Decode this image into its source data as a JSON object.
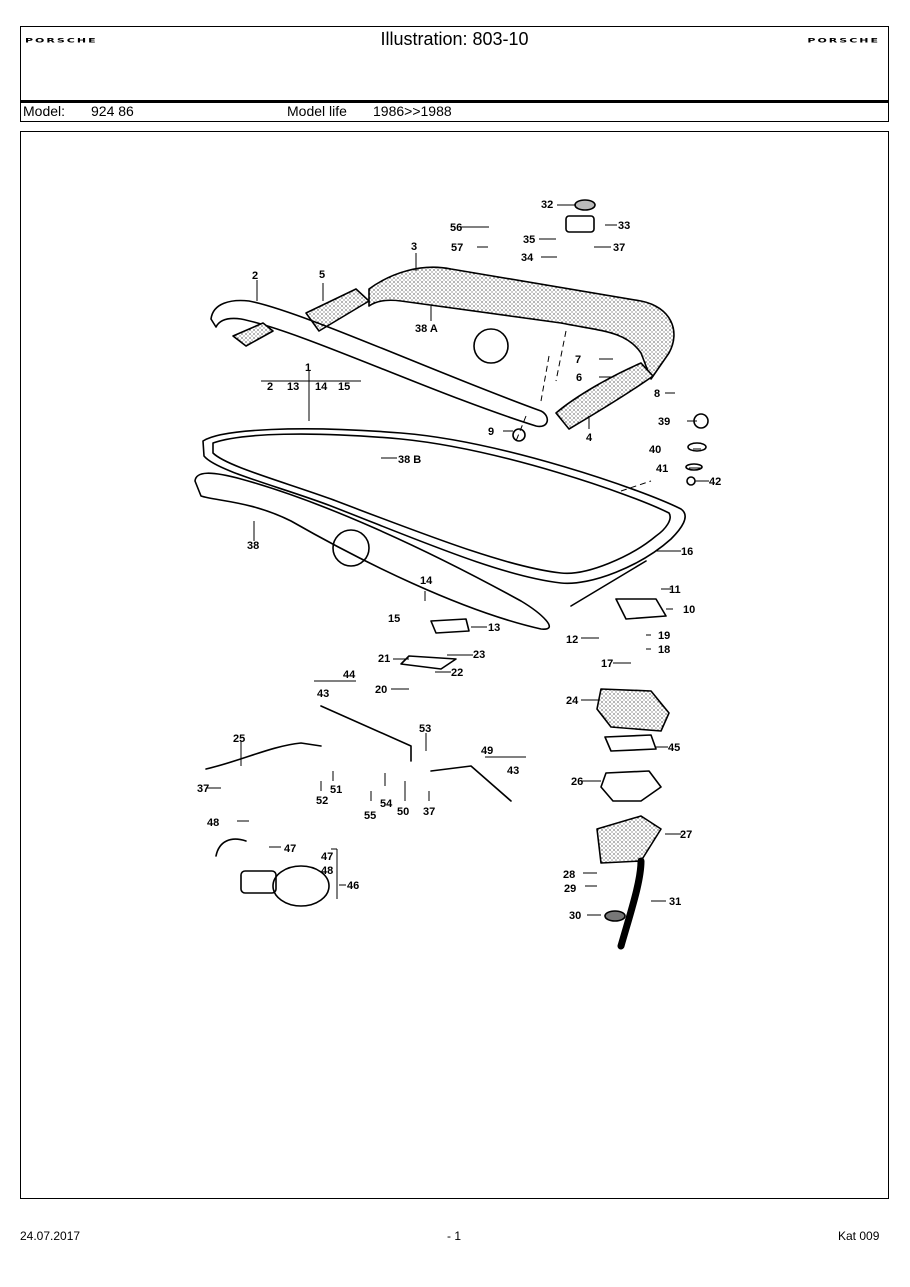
{
  "header": {
    "brand_left": "PORSCHE",
    "brand_right": "PORSCHE",
    "illustration": "Illustration: 803-10",
    "model_label": "Model:",
    "model_value": "924 86",
    "model_life_label": "Model life",
    "model_life_value": "1986>>1988"
  },
  "callouts": [
    "32",
    "56",
    "33",
    "35",
    "37",
    "57",
    "3",
    "34",
    "2",
    "5",
    "38 A",
    "7",
    "6",
    "1",
    "8",
    "2",
    "13",
    "14",
    "15",
    "9",
    "39",
    "4",
    "40",
    "38 B",
    "41",
    "42",
    "38",
    "16",
    "14",
    "11",
    "15",
    "13",
    "10",
    "12",
    "19",
    "18",
    "23",
    "21",
    "22",
    "17",
    "20",
    "44",
    "43",
    "24",
    "53",
    "25",
    "49",
    "45",
    "43",
    "37",
    "51",
    "52",
    "54",
    "26",
    "55",
    "50",
    "37",
    "48",
    "47",
    "27",
    "47",
    "48",
    "46",
    "28",
    "29",
    "31",
    "30"
  ],
  "footer": {
    "date": "24.07.2017",
    "page": "- 1",
    "catalog": "Kat 009"
  }
}
